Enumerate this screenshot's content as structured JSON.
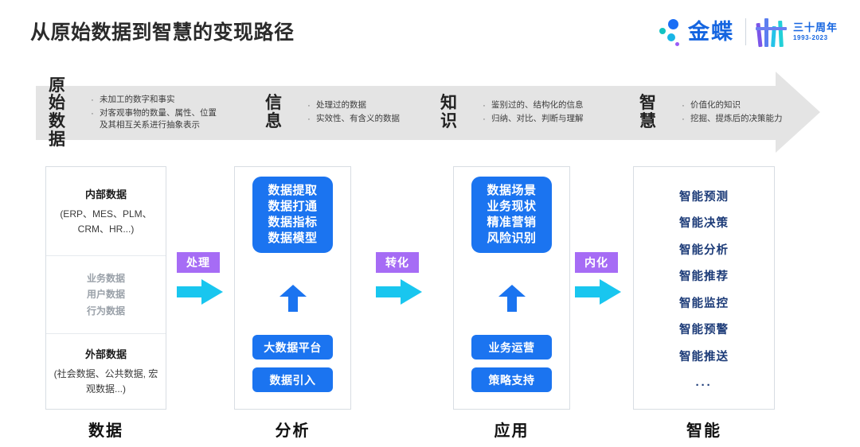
{
  "header": {
    "title": "从原始数据到智慧的变现路径",
    "logo": {
      "brand": "金蝶",
      "anniversary_cn": "三十周年",
      "anniversary_years": "1993-2023"
    }
  },
  "banner": {
    "stages": [
      {
        "name_line1": "原始",
        "name_line2": "数据",
        "bullets": [
          "未加工的数字和事实",
          "对客观事物的数量、属性、位置及其相互关系进行抽象表示"
        ]
      },
      {
        "name_line1": "信",
        "name_line2": "息",
        "bullets": [
          "处理过的数据",
          "实效性、有含义的数据"
        ]
      },
      {
        "name_line1": "知",
        "name_line2": "识",
        "bullets": [
          "鉴别过的、结构化的信息",
          "归纳、对比、判断与理解"
        ]
      },
      {
        "name_line1": "智",
        "name_line2": "慧",
        "bullets": [
          "价值化的知识",
          "挖掘、提炼后的决策能力"
        ]
      }
    ]
  },
  "columns": {
    "data": {
      "footer_label": "数据",
      "internal_title": "内部数据",
      "internal_sub": "(ERP、MES、PLM、CRM、HR...)",
      "middle_items": [
        "业务数据",
        "用户数据",
        "行为数据"
      ],
      "external_title": "外部数据",
      "external_sub": "(社会数据、公共数据, 宏观数据...)"
    },
    "analysis": {
      "footer_label": "分析",
      "main_block": "数据提取\n数据打通\n数据指标\n数据模型",
      "main_lines": [
        "数据提取",
        "数据打通",
        "数据指标",
        "数据模型"
      ],
      "pill_top": "大数据平台",
      "pill_bottom": "数据引入"
    },
    "application": {
      "footer_label": "应用",
      "main_lines": [
        "数据场景",
        "业务现状",
        "精准营销",
        "风险识别"
      ],
      "pill_top": "业务运营",
      "pill_bottom": "策略支持"
    },
    "intelligence": {
      "footer_label": "智能",
      "items": [
        "智能预测",
        "智能决策",
        "智能分析",
        "智能推荐",
        "智能监控",
        "智能预警",
        "智能推送"
      ],
      "ellipsis": "···"
    }
  },
  "connectors": [
    {
      "label": "处理"
    },
    {
      "label": "转化"
    },
    {
      "label": "内化"
    }
  ],
  "colors": {
    "brand_blue": "#1565e0",
    "block_blue": "#1b74f0",
    "arrow_cyan": "#19c6ef",
    "label_purple": "#a66cf5",
    "banner_gray": "#e4e4e4",
    "navy_text": "#1b3a77"
  }
}
